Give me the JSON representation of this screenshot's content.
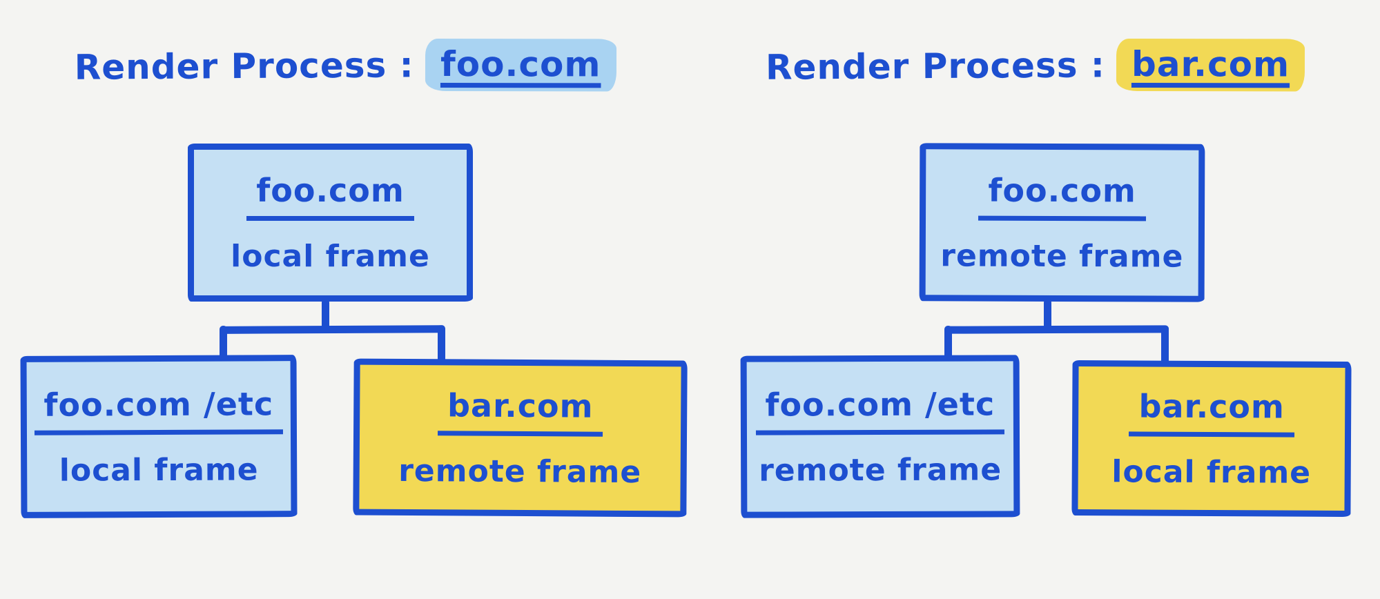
{
  "colors": {
    "ink_blue": "#1d4fd0",
    "box_blue_fill": "#c5e0f4",
    "box_yellow_fill": "#f2d955",
    "title_highlight_blue": "#a9d3f2",
    "title_highlight_yellow": "#f2d955",
    "background": "#f4f4f2"
  },
  "trees": [
    {
      "title_prefix": "Render Process :",
      "title_domain": "foo.com",
      "title_highlight": "blue",
      "root": {
        "domain": "foo.com",
        "frame": "local frame",
        "variant": "blue"
      },
      "children": [
        {
          "domain": "foo.com /etc",
          "frame": "local frame",
          "variant": "blue"
        },
        {
          "domain": "bar.com",
          "frame": "remote frame",
          "variant": "yellow"
        }
      ]
    },
    {
      "title_prefix": "Render Process :",
      "title_domain": "bar.com",
      "title_highlight": "yellow",
      "root": {
        "domain": "foo.com",
        "frame": "remote frame",
        "variant": "blue"
      },
      "children": [
        {
          "domain": "foo.com /etc",
          "frame": "remote frame",
          "variant": "blue"
        },
        {
          "domain": "bar.com",
          "frame": "local frame",
          "variant": "yellow"
        }
      ]
    }
  ]
}
